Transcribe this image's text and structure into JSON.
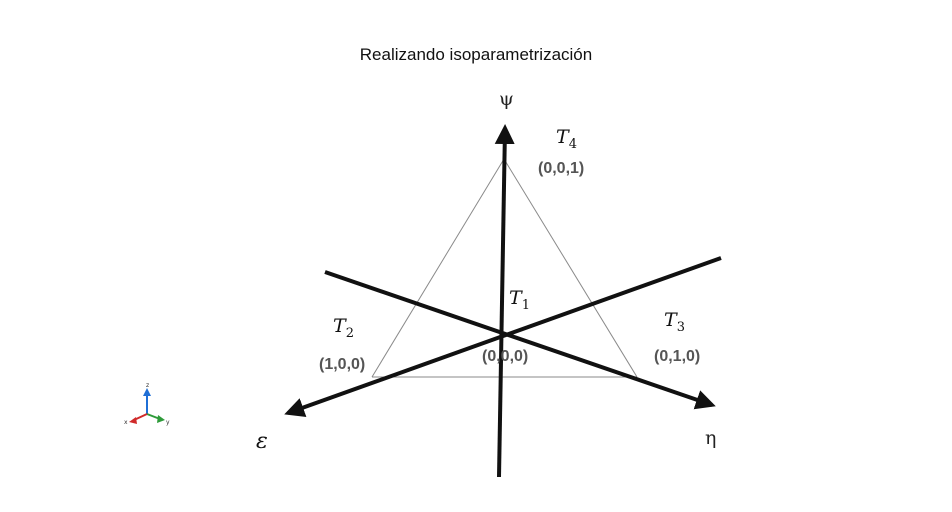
{
  "title": "Realizando isoparametrización",
  "axes": {
    "psi": "ψ",
    "epsilon": "ε",
    "eta": "η"
  },
  "nodes": {
    "t1": {
      "name": "T",
      "sub": "1",
      "coord": "(0,0,0)"
    },
    "t2": {
      "name": "T",
      "sub": "2",
      "coord": "(1,0,0)"
    },
    "t3": {
      "name": "T",
      "sub": "3",
      "coord": "(0,1,0)"
    },
    "t4": {
      "name": "T",
      "sub": "4",
      "coord": "(0,0,1)"
    }
  },
  "gizmo": {
    "z": "z",
    "x": "x",
    "y": "y"
  },
  "colors": {
    "axis_line": "#111111",
    "edge_line": "#8a8a8a",
    "gizmo_z": "#1f6fd6",
    "gizmo_y": "#2e9b3a",
    "gizmo_x": "#d02a2a"
  }
}
